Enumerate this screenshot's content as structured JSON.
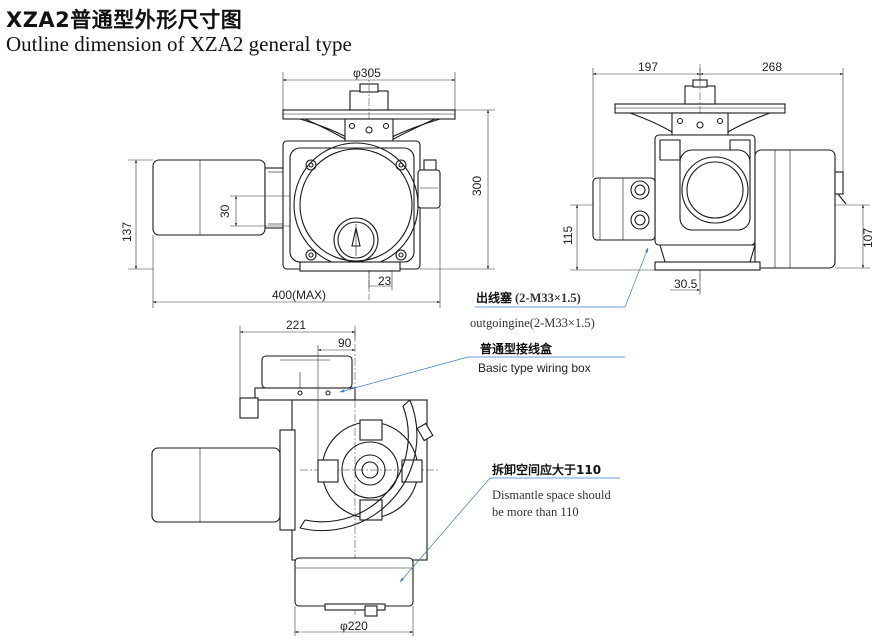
{
  "title": {
    "cn": "XZA2普通型外形尺寸图",
    "en": "Outline dimension of XZA2 general type"
  },
  "front_view": {
    "handwheel_dia": "φ305",
    "height": "300",
    "left_height": "137",
    "offset": "30",
    "bottom_offset": "23",
    "max_length": "400(MAX)"
  },
  "side_view": {
    "top_left": "197",
    "top_right": "268",
    "left_height": "115",
    "right_height": "107",
    "bottom": "30.5"
  },
  "top_view": {
    "width": "221",
    "offset": "90",
    "base_dia": "φ220"
  },
  "annotations": {
    "outlet_cn": "出线塞",
    "outlet_spec": "(2-M33×1.5)",
    "outlet_en": "outgoingine(2-M33×1.5)",
    "wiring_cn": "普通型接线盒",
    "wiring_en": "Basic type wiring box",
    "dismantle_cn": "拆卸空间应大于110",
    "dismantle_en_1": "Dismantle space should",
    "dismantle_en_2": "be more than 110"
  },
  "colors": {
    "leader": "#3a7bd5",
    "line": "#1a1a1a"
  }
}
